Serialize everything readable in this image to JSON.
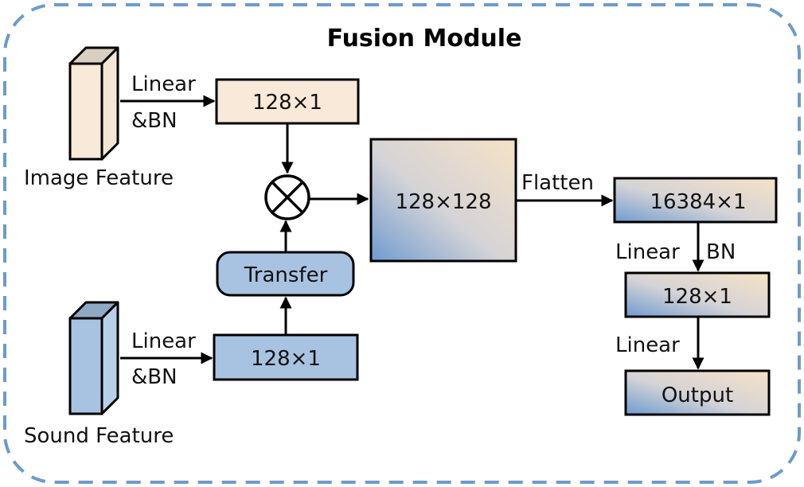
{
  "title": "Fusion Module",
  "colors": {
    "border_dash": "#6b9bcb",
    "image_fill": "#f8e9d8",
    "image_top": "#d9cfc1",
    "image_side": "#f3e6d4",
    "sound_fill": "#a8c3e2",
    "sound_top": "#8fa8c4",
    "sound_side": "#b8cfe8",
    "gradient_blue": "#6f9bd0",
    "gradient_cream": "#f6e2c6",
    "stroke": "#000000"
  },
  "inputs": {
    "image": {
      "label": "Image Feature",
      "edge_label_top": "Linear",
      "edge_label_bottom": "&BN",
      "vector": "128×1"
    },
    "sound": {
      "label": "Sound Feature",
      "edge_label_top": "Linear",
      "edge_label_bottom": "&BN",
      "vector": "128×1"
    }
  },
  "transfer": {
    "label": "Transfer"
  },
  "operator": {
    "name": "outer-product",
    "symbol": "⊗"
  },
  "matrix": {
    "label": "128×128"
  },
  "flatten": {
    "edge_label": "Flatten",
    "vector": "16384×1"
  },
  "head": {
    "edge1_label_left": "Linear",
    "edge1_label_right": "BN",
    "hidden": "128×1",
    "edge2_label": "Linear",
    "output": "Output"
  }
}
